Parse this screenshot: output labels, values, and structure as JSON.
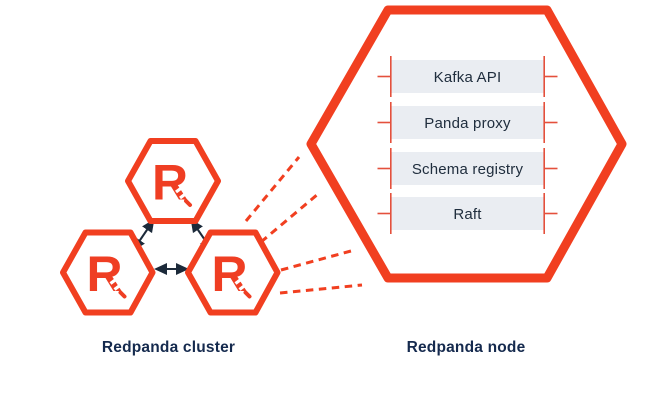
{
  "diagram": {
    "cluster": {
      "caption": "Redpanda cluster",
      "logo_glyph": "R",
      "logo_icon": "redpanda-logo-icon",
      "node_count": 3
    },
    "node": {
      "caption": "Redpanda node",
      "services": [
        "Kafka API",
        "Panda proxy",
        "Schema registry",
        "Raft"
      ]
    },
    "colors": {
      "brand_orange": "#F13F20",
      "rail_red": "#E4503C",
      "service_fill": "#EAEDF2",
      "service_text": "#202E3E",
      "caption_navy": "#152A4E",
      "arrow_navy": "#1C2A3A",
      "background": "#FFFFFF"
    }
  }
}
